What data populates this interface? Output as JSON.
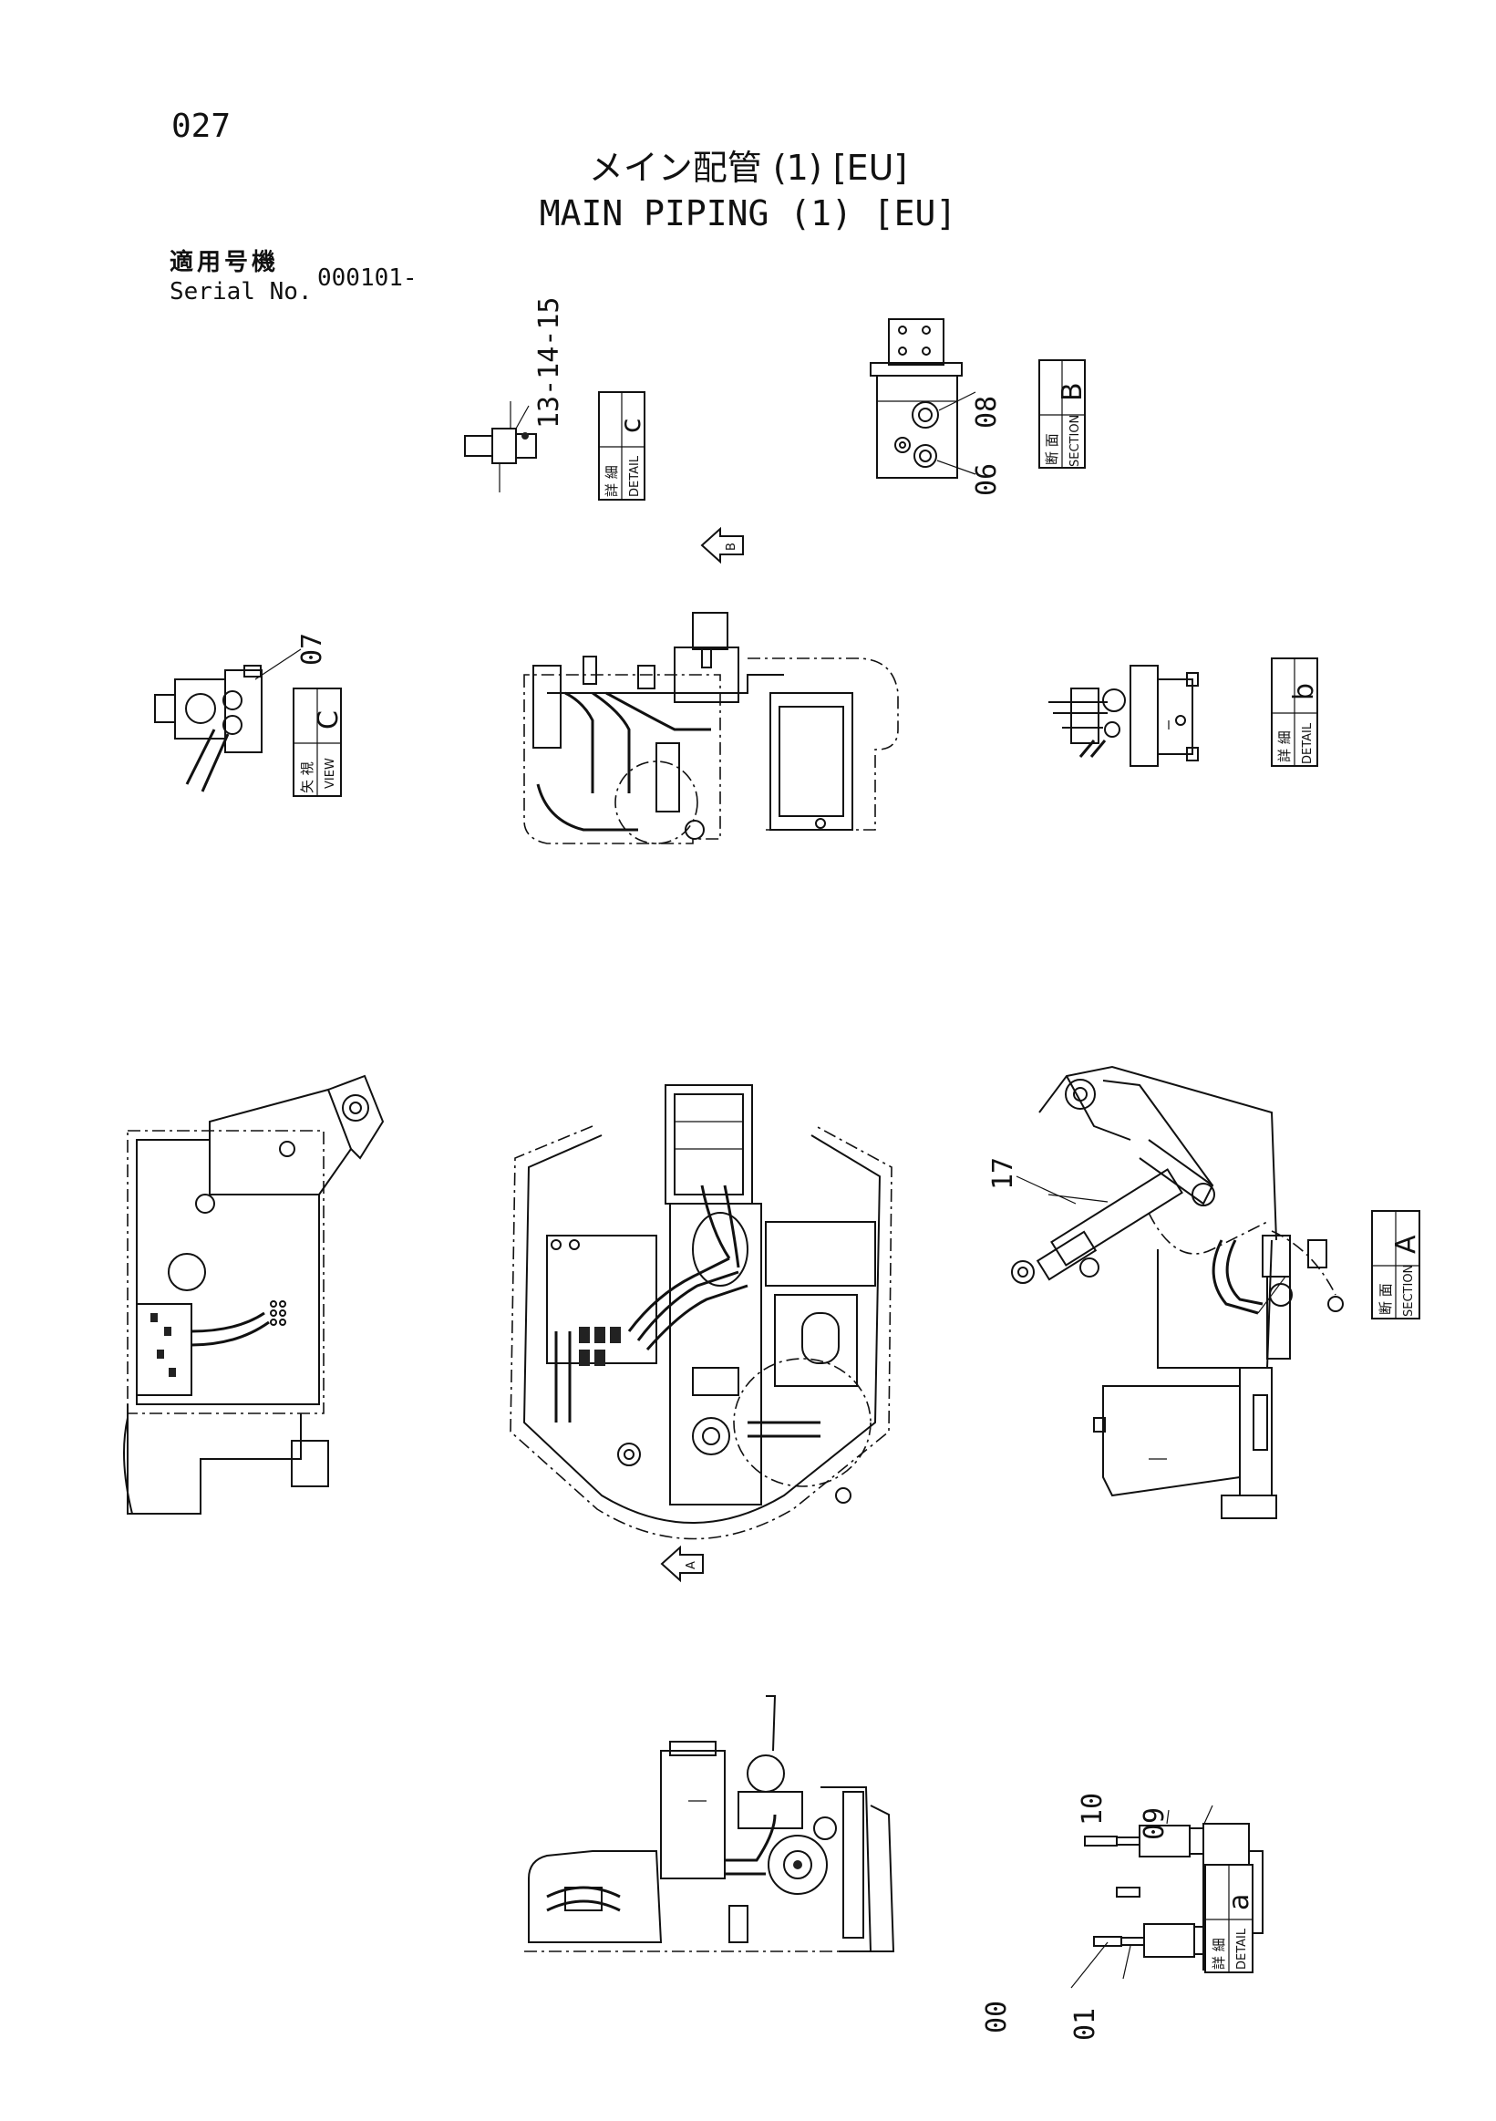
{
  "page": {
    "number": "027",
    "title_jp": "メイン配管 (1) [EU]",
    "title_en": "MAIN PIPING (1) [EU]",
    "serial_label_jp": "適用号機",
    "serial_label_en": "Serial No.",
    "serial_value": "000101-"
  },
  "part_labels": {
    "p13_14_15": "13-14-15",
    "p08": "08",
    "p06": "06",
    "p07": "07",
    "p17": "17",
    "p10": "10",
    "p09": "09",
    "p00": "00",
    "p01": "01"
  },
  "views": {
    "detail_c": {
      "jp": "詳 細",
      "en": "DETAIL",
      "letter": "c"
    },
    "section_b": {
      "jp": "断 面",
      "en": "SECTION",
      "letter": "B"
    },
    "view_c": {
      "jp": "矢 視",
      "en": "VIEW",
      "letter": "C"
    },
    "detail_b": {
      "jp": "詳 細",
      "en": "DETAIL",
      "letter": "b"
    },
    "section_a": {
      "jp": "断 面",
      "en": "SECTION",
      "letter": "A"
    },
    "detail_a": {
      "jp": "詳 細",
      "en": "DETAIL",
      "letter": "a"
    }
  },
  "arrows": {
    "arrow_b": "B",
    "arrow_a": "A"
  }
}
